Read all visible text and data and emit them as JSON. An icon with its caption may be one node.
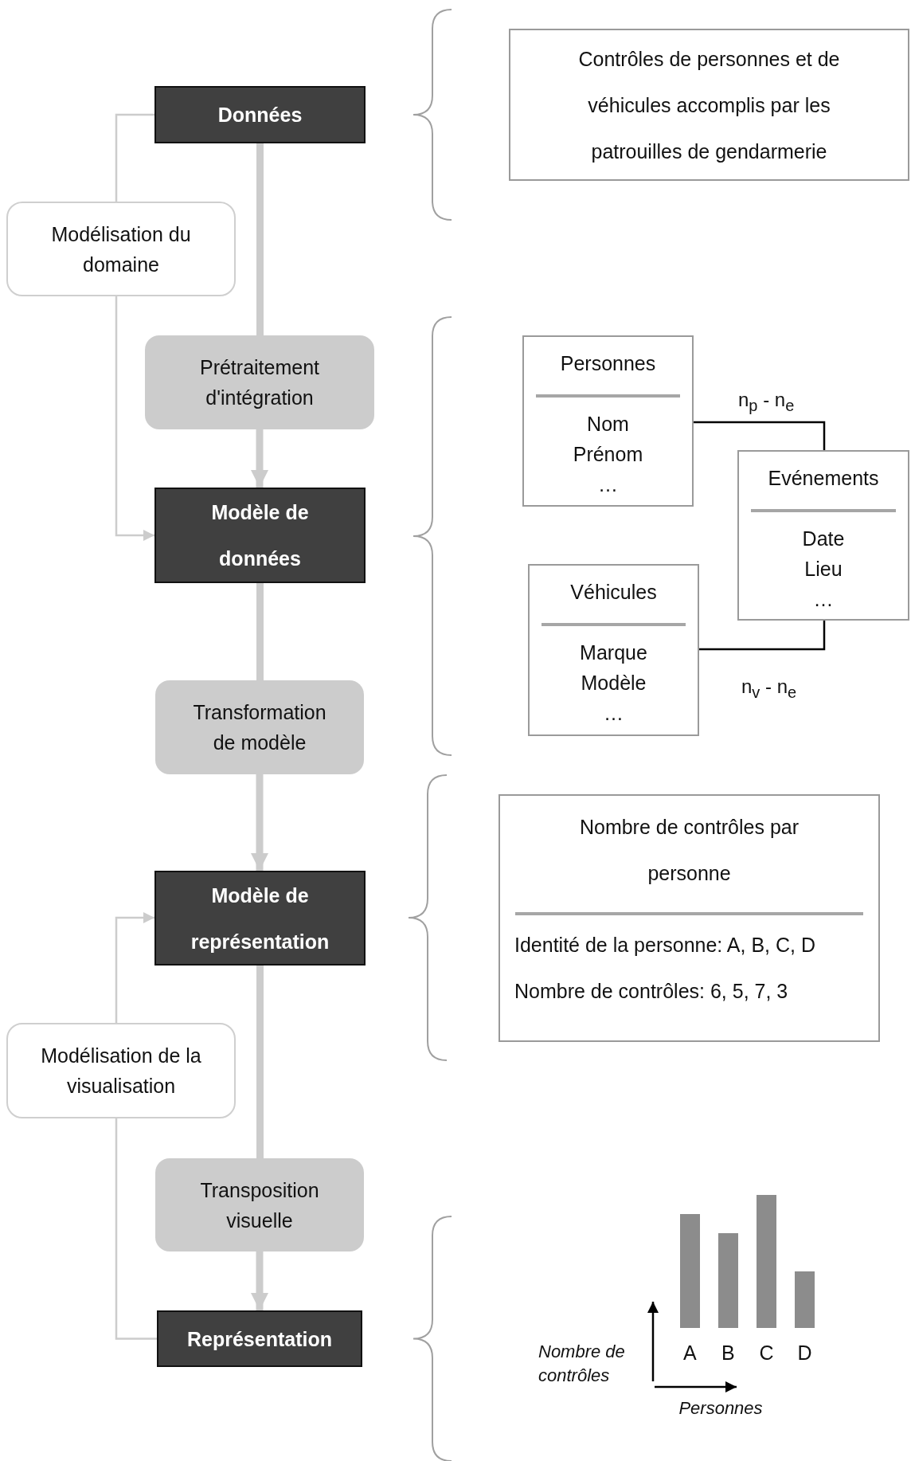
{
  "diagram": {
    "nodes": [
      {
        "text": [
          "Données"
        ]
      },
      {
        "text": [
          "Modélisation du domaine"
        ]
      },
      {
        "text": [
          "Prétraitement d'intégration"
        ]
      },
      {
        "text": [
          "Modèle de données"
        ]
      },
      {
        "text": [
          "Transformation de modèle"
        ]
      },
      {
        "text": [
          "Modèle de représentation"
        ]
      },
      {
        "text": [
          "Modélisation de la visualisation"
        ]
      },
      {
        "text": [
          "Transposition visuelle"
        ]
      },
      {
        "text": [
          "Représentation"
        ]
      },
      {
        "text": [
          "Contrôles de personnes et de véhicules accomplis par les patrouilles de gendarmerie"
        ]
      },
      {
        "text": [
          "Personnes",
          "Nom",
          "Prénom",
          "…"
        ]
      },
      {
        "text": [
          "Evénements",
          "Date",
          "Lieu",
          "…"
        ]
      },
      {
        "text": [
          "Véhicules",
          "Marque",
          "Modèle",
          "…"
        ]
      },
      {
        "text": [
          "Nombre de contrôles par personne",
          "Identité de la personne: A, B, C, D",
          "Nombre de contrôles: 6, 5, 7, 3"
        ]
      }
    ],
    "edges": [
      {
        "from": 0,
        "to": 2,
        "arrow": "none",
        "style": "thick"
      },
      {
        "from": 2,
        "to": 3,
        "arrow": "to",
        "style": "thick"
      },
      {
        "from": 3,
        "to": 4,
        "arrow": "none",
        "style": "thick"
      },
      {
        "from": 4,
        "to": 5,
        "arrow": "to",
        "style": "thick"
      },
      {
        "from": 5,
        "to": 7,
        "arrow": "none",
        "style": "thick"
      },
      {
        "from": 7,
        "to": 8,
        "arrow": "to",
        "style": "thick"
      },
      {
        "from": 0,
        "to": 1,
        "arrow": "none"
      },
      {
        "from": 1,
        "to": 3,
        "arrow": "to"
      },
      {
        "from": 8,
        "to": 6,
        "arrow": "none"
      },
      {
        "from": 6,
        "to": 5,
        "arrow": "to"
      },
      {
        "from": 10,
        "to": 11,
        "arrow": "none",
        "color": "#000000",
        "label": "n$_{p}$ - n$_{e}$"
      },
      {
        "from": 12,
        "to": 11,
        "arrow": "none",
        "color": "#000000",
        "label": "n$_{v}$ - n$_{e}$"
      }
    ],
    "labels": [
      "Nombre de contrôles",
      "A",
      "B",
      "C",
      "D",
      "Personnes"
    ]
  }
}
